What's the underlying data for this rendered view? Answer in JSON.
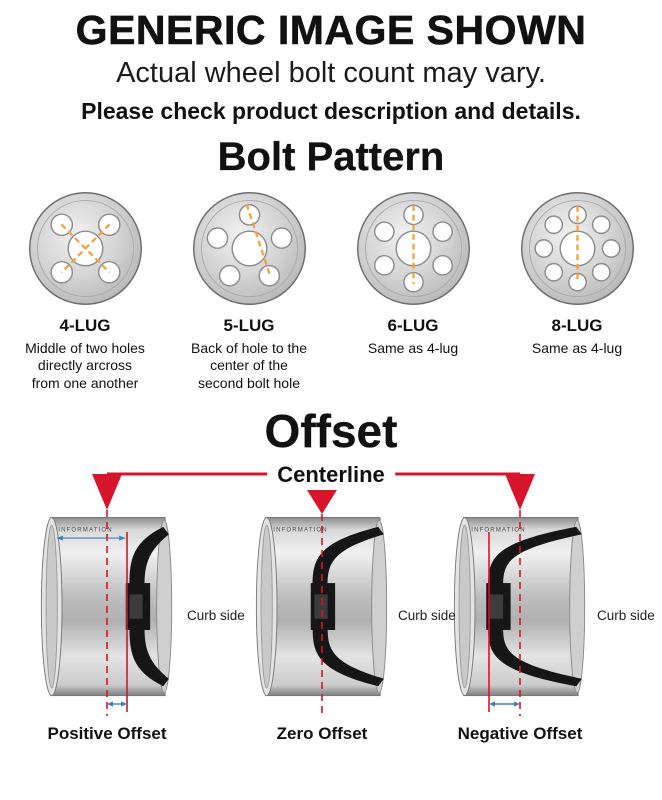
{
  "header": {
    "title": "GENERIC IMAGE SHOWN",
    "subtitle": "Actual wheel bolt count may vary.",
    "note": "Please check product description and details."
  },
  "bolt_pattern": {
    "heading": "Bolt Pattern",
    "dash_color": "#f2a33c",
    "items": [
      {
        "label": "4-LUG",
        "lugs": 4,
        "description": "Middle of two holes directly arcross from one another"
      },
      {
        "label": "5-LUG",
        "lugs": 5,
        "description": "Back of hole to the center of the second bolt hole"
      },
      {
        "label": "6-LUG",
        "lugs": 6,
        "description": "Same as 4-lug"
      },
      {
        "label": "8-LUG",
        "lugs": 8,
        "description": "Same as 4-lug"
      }
    ]
  },
  "offset": {
    "heading": "Offset",
    "centerline_label": "Centerline",
    "curb_side_label": "Curb side",
    "barrel_text": "INFORMATION",
    "line_color": "#d6152a",
    "arrow_color": "#3f7fbf",
    "items": [
      {
        "label": "Positive Offset"
      },
      {
        "label": "Zero Offset"
      },
      {
        "label": "Negative Offset"
      }
    ]
  }
}
